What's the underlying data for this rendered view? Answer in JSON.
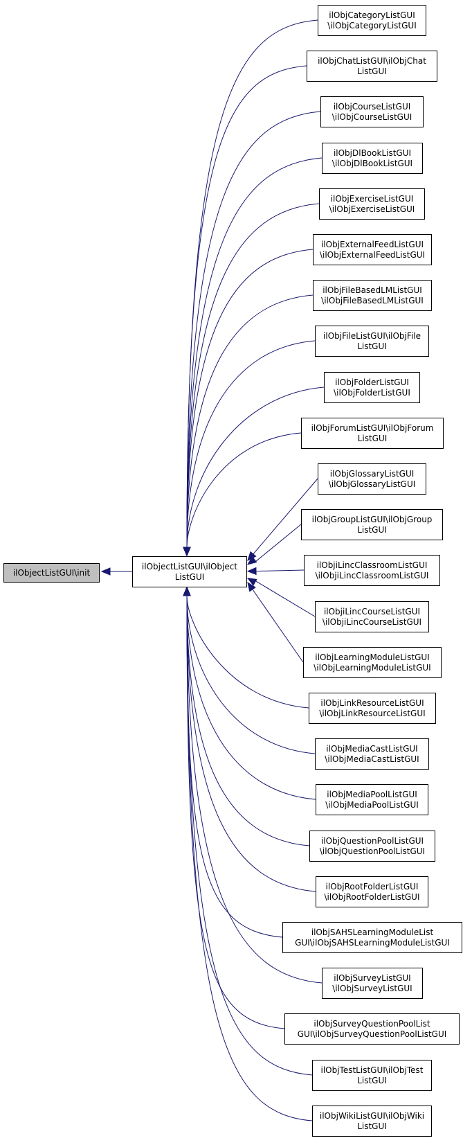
{
  "diagram": {
    "edge_color": "#191970",
    "root": {
      "id": "root",
      "lines": [
        "ilObjectListGUI\\init"
      ],
      "fill": "#bfbfbf"
    },
    "parent": {
      "id": "parent",
      "lines": [
        "ilObjectListGUI\\ilObject",
        "ListGUI"
      ]
    },
    "children": [
      {
        "id": "category",
        "lines": [
          "ilObjCategoryListGUI",
          "\\ilObjCategoryListGUI"
        ]
      },
      {
        "id": "chat",
        "lines": [
          "ilObjChatListGUI\\ilObjChat",
          "ListGUI"
        ]
      },
      {
        "id": "course",
        "lines": [
          "ilObjCourseListGUI",
          "\\ilObjCourseListGUI"
        ]
      },
      {
        "id": "dlbook",
        "lines": [
          "ilObjDlBookListGUI",
          "\\ilObjDlBookListGUI"
        ]
      },
      {
        "id": "exercise",
        "lines": [
          "ilObjExerciseListGUI",
          "\\ilObjExerciseListGUI"
        ]
      },
      {
        "id": "externalfeed",
        "lines": [
          "ilObjExternalFeedListGUI",
          "\\ilObjExternalFeedListGUI"
        ]
      },
      {
        "id": "filebasedlm",
        "lines": [
          "ilObjFileBasedLMListGUI",
          "\\ilObjFileBasedLMListGUI"
        ]
      },
      {
        "id": "file",
        "lines": [
          "ilObjFileListGUI\\ilObjFile",
          "ListGUI"
        ]
      },
      {
        "id": "folder",
        "lines": [
          "ilObjFolderListGUI",
          "\\ilObjFolderListGUI"
        ]
      },
      {
        "id": "forum",
        "lines": [
          "ilObjForumListGUI\\ilObjForum",
          "ListGUI"
        ]
      },
      {
        "id": "glossary",
        "lines": [
          "ilObjGlossaryListGUI",
          "\\ilObjGlossaryListGUI"
        ]
      },
      {
        "id": "group",
        "lines": [
          "ilObjGroupListGUI\\ilObjGroup",
          "ListGUI"
        ]
      },
      {
        "id": "linc-classroom",
        "lines": [
          "ilObjiLincClassroomListGUI",
          "\\ilObjiLincClassroomListGUI"
        ]
      },
      {
        "id": "linc-course",
        "lines": [
          "ilObjiLincCourseListGUI",
          "\\ilObjiLincCourseListGUI"
        ]
      },
      {
        "id": "learningmodule",
        "lines": [
          "ilObjLearningModuleListGUI",
          "\\ilObjLearningModuleListGUI"
        ]
      },
      {
        "id": "linkresource",
        "lines": [
          "ilObjLinkResourceListGUI",
          "\\ilObjLinkResourceListGUI"
        ]
      },
      {
        "id": "mediacast",
        "lines": [
          "ilObjMediaCastListGUI",
          "\\ilObjMediaCastListGUI"
        ]
      },
      {
        "id": "mediapool",
        "lines": [
          "ilObjMediaPoolListGUI",
          "\\ilObjMediaPoolListGUI"
        ]
      },
      {
        "id": "questionpool",
        "lines": [
          "ilObjQuestionPoolListGUI",
          "\\ilObjQuestionPoolListGUI"
        ]
      },
      {
        "id": "rootfolder",
        "lines": [
          "ilObjRootFolderListGUI",
          "\\ilObjRootFolderListGUI"
        ]
      },
      {
        "id": "sahs",
        "lines": [
          "ilObjSAHSLearningModuleList",
          "GUI\\ilObjSAHSLearningModuleListGUI"
        ]
      },
      {
        "id": "survey",
        "lines": [
          "ilObjSurveyListGUI",
          "\\ilObjSurveyListGUI"
        ]
      },
      {
        "id": "surveyquestionpool",
        "lines": [
          "ilObjSurveyQuestionPoolList",
          "GUI\\ilObjSurveyQuestionPoolListGUI"
        ]
      },
      {
        "id": "test",
        "lines": [
          "ilObjTestListGUI\\ilObjTest",
          "ListGUI"
        ]
      },
      {
        "id": "wiki",
        "lines": [
          "ilObjWikiListGUI\\ilObjWiki",
          "ListGUI"
        ]
      }
    ]
  }
}
